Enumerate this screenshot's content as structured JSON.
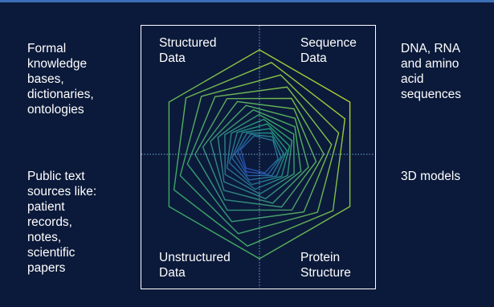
{
  "side_text": {
    "top_left": "Formal\nknowledge\nbases,\ndictionaries,\nontologies",
    "bottom_left": "Public text\nsources like:\npatient\nrecords,\nnotes,\nscientific\npapers",
    "top_right": "DNA, RNA\nand amino\nacid\nsequences",
    "bottom_right": "3D models"
  },
  "quadrants": {
    "top_left": "Structured\nData",
    "top_right": "Sequence\nData",
    "bottom_left": "Unstructured\nData",
    "bottom_right": "Protein\nStructure"
  },
  "colors": {
    "background": "#0b1a3a",
    "accent_bar": "#3b6fb6",
    "spiral_outer": "#c8d62a",
    "spiral_mid": "#1fae6a",
    "spiral_inner": "#2a40b8",
    "axis_line": "#6fa8dc"
  }
}
